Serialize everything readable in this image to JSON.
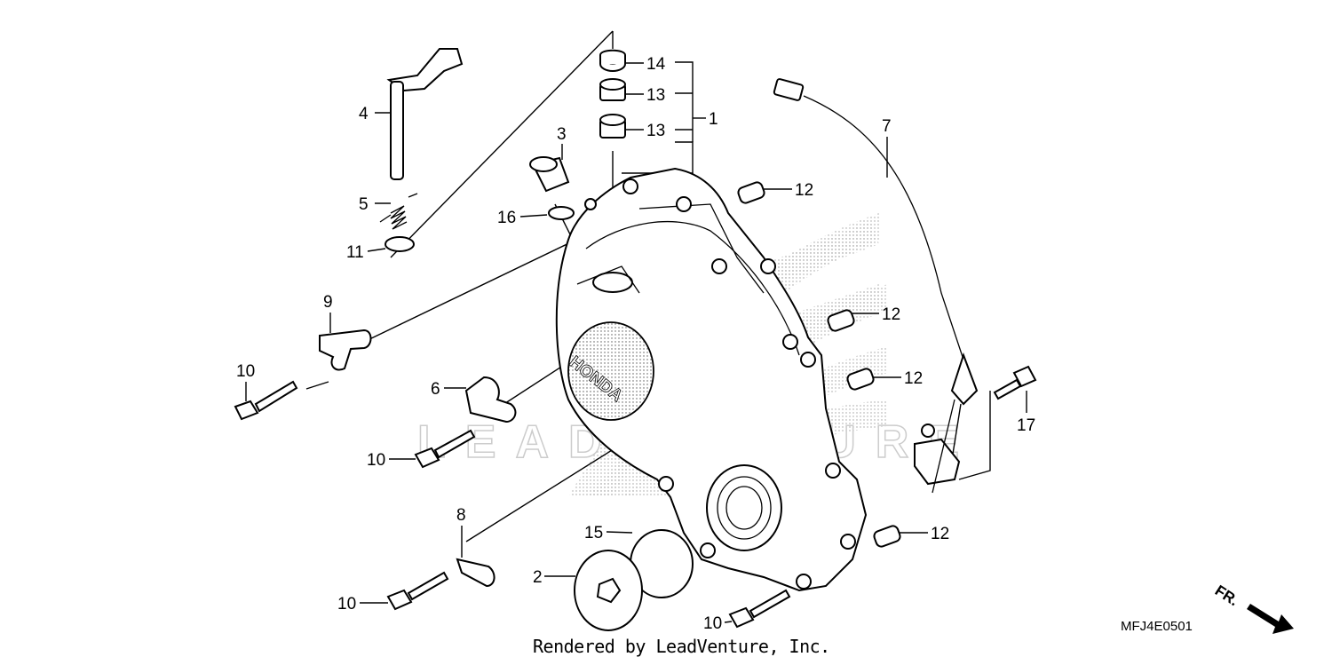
{
  "diagram": {
    "watermark": "LEADVENTURE",
    "cover_emblem": "HONDA",
    "callouts": [
      {
        "id": "c14",
        "label": "14"
      },
      {
        "id": "c13a",
        "label": "13"
      },
      {
        "id": "c13b",
        "label": "13"
      },
      {
        "id": "c1",
        "label": "1"
      },
      {
        "id": "c3",
        "label": "3"
      },
      {
        "id": "c4",
        "label": "4"
      },
      {
        "id": "c5",
        "label": "5"
      },
      {
        "id": "c11",
        "label": "11"
      },
      {
        "id": "c16",
        "label": "16"
      },
      {
        "id": "c9",
        "label": "9"
      },
      {
        "id": "c10a",
        "label": "10"
      },
      {
        "id": "c6",
        "label": "6"
      },
      {
        "id": "c10b",
        "label": "10"
      },
      {
        "id": "c8",
        "label": "8"
      },
      {
        "id": "c15",
        "label": "15"
      },
      {
        "id": "c2",
        "label": "2"
      },
      {
        "id": "c10c",
        "label": "10"
      },
      {
        "id": "c10d",
        "label": "10"
      },
      {
        "id": "c12a",
        "label": "12"
      },
      {
        "id": "c12b",
        "label": "12"
      },
      {
        "id": "c12c",
        "label": "12"
      },
      {
        "id": "c12d",
        "label": "12"
      },
      {
        "id": "c7",
        "label": "7"
      },
      {
        "id": "c17",
        "label": "17"
      }
    ],
    "front_indicator": "FR.",
    "reference_code": "MFJ4E0501",
    "credit": "Rendered by LeadVenture, Inc."
  }
}
